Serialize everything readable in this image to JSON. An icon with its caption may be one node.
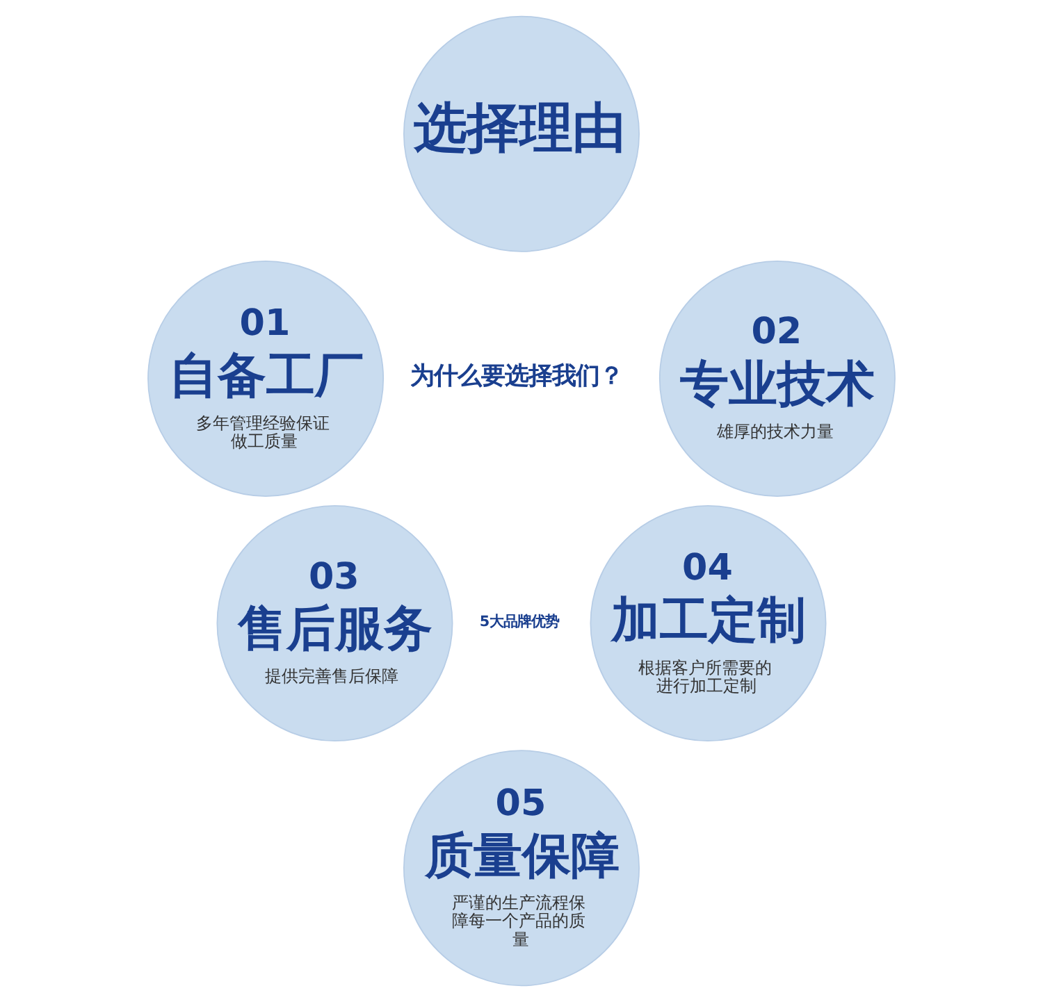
{
  "diagram": {
    "nodes": [
      {
        "text": [
          "选择理由"
        ]
      },
      {
        "text": [
          "01",
          "自备工厂",
          "多年管理经验保证做工质量"
        ]
      },
      {
        "text": [
          "02",
          "专业技术",
          "雄厚的技术力量"
        ]
      },
      {
        "text": [
          "03",
          "售后服务",
          "提供完善售后保障"
        ]
      },
      {
        "text": [
          "04",
          "加工定制",
          "根据客户所需要的进行加工定制"
        ]
      },
      {
        "text": [
          "05",
          "质量保障",
          "严谨的生产流程保障每一个产品的质量"
        ]
      }
    ],
    "edges": [],
    "labels": [
      "为什么要选择我们？",
      "5大品牌优势"
    ]
  }
}
